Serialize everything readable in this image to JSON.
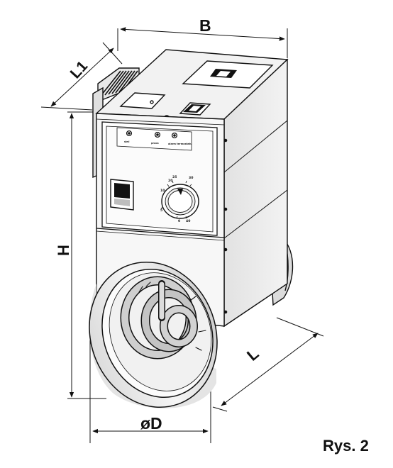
{
  "dimensions": {
    "width_label": "B",
    "depth_label": "L1",
    "height_label": "H",
    "length_label": "L",
    "diameter_label": "øD"
  },
  "caption": "Rys. 2",
  "control_panel": {
    "indicator_labels": [
      "sieć",
      "praca",
      "alarm termostatu"
    ],
    "dial_scale": [
      "20",
      "25",
      "30",
      "10",
      "5",
      "0",
      "40"
    ]
  },
  "colors": {
    "outline": "#111111",
    "body_fill": "#f4f4f4",
    "shadow_fill": "#d6d6d6",
    "coil_fill": "#c8c8c8"
  }
}
